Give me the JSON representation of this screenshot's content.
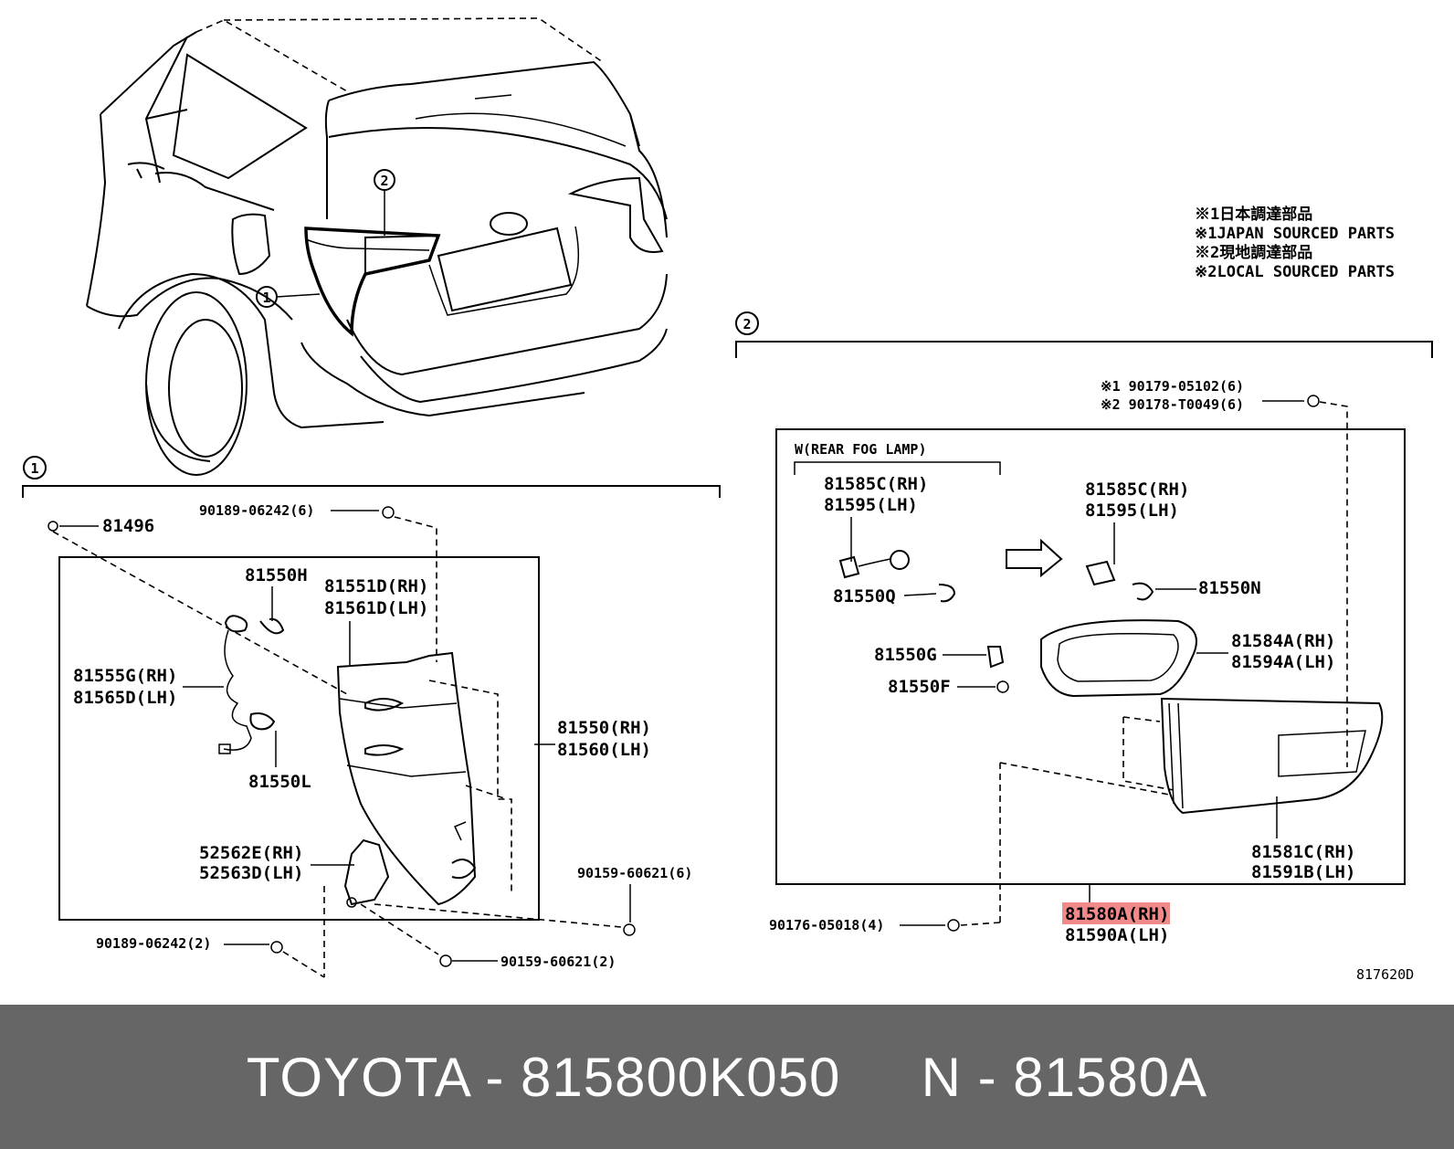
{
  "notes": [
    "※1日本調達部品",
    "※1JAPAN SOURCED PARTS",
    "※2現地調達部品",
    "※2LOCAL SOURCED PARTS"
  ],
  "callouts": {
    "one": "1",
    "two": "2"
  },
  "group1": {
    "p81496": "81496",
    "screw_top": "90189-06242(6)",
    "p81550H": "81550H",
    "p81551D": "81551D(RH)",
    "p81561D": "81561D(LH)",
    "p81555G": "81555G(RH)",
    "p81565D": "81565D(LH)",
    "p81550": "81550(RH)",
    "p81560": "81560(LH)",
    "p81550L": "81550L",
    "p52562E": "52562E(RH)",
    "p52563D": "52563D(LH)",
    "screw_right": "90159-60621(6)",
    "screw_bottom_left": "90189-06242(2)",
    "screw_bottom_right": "90159-60621(2)"
  },
  "group2": {
    "nut1": "※1 90179-05102(6)",
    "nut2": "※2 90178-T0049(6)",
    "fog_label": "W(REAR FOG LAMP)",
    "fog_socket_rh": "81585C(RH)",
    "fog_socket_lh": "81595(LH)",
    "fog_bulb": "81550Q",
    "socket_rh": "81585C(RH)",
    "socket_lh": "81595(LH)",
    "bulb_n": "81550N",
    "p81550G": "81550G",
    "p81550F": "81550F",
    "gasket_rh": "81584A(RH)",
    "gasket_lh": "81594A(LH)",
    "lens_rh": "81581C(RH)",
    "lens_lh": "81591B(LH)",
    "assy_rh": "81580A(RH)",
    "assy_lh": "81590A(LH)",
    "screw_bottom": "90176-05018(4)"
  },
  "diagram_code": "817620D",
  "colors": {
    "highlight": "#f08a8a",
    "footer_bg": "#666666",
    "footer_text": "#ffffff"
  },
  "footer": {
    "text": "TOYOTA - 815800K050     N - 81580A"
  }
}
